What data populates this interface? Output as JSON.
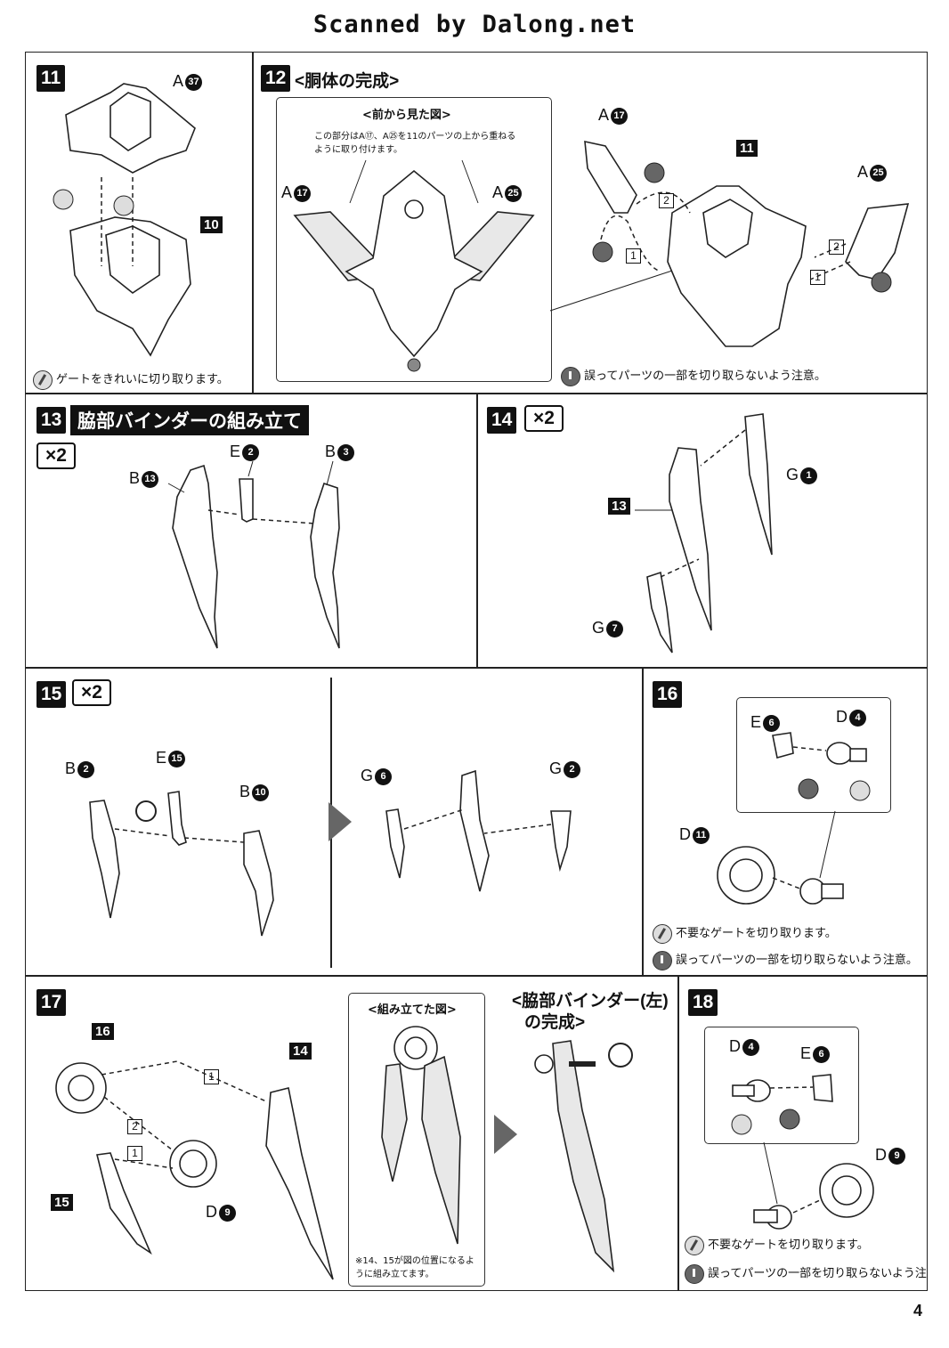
{
  "header": "Scanned by Dalong.net",
  "page_number": "4",
  "notes": {
    "cut_gate_clean": "ゲートをきれいに切り取ります。",
    "careful_not_cut": "誤ってパーツの一部を切り取らないよう注意。",
    "cut_unneeded_gate": "不要なゲートを切り取ります。"
  },
  "step11": {
    "num": "11",
    "labels": {
      "a37": "A",
      "a37_num": "37",
      "ten": "10"
    }
  },
  "step12": {
    "num": "12",
    "title": "<胴体の完成>",
    "front_view_title": "<前から見た図>",
    "instruction": "この部分はA⑰、A㉕を11のパーツの上から重ねるように取り付けます。",
    "labels": {
      "a": "A",
      "n17": "17",
      "n25": "25",
      "eleven": "11",
      "one": "1",
      "two": "2"
    }
  },
  "step13": {
    "num": "13",
    "title": "脇部バインダーの組み立て",
    "mult": "×2",
    "labels": {
      "b": "B",
      "n13": "13",
      "e": "E",
      "n2": "2",
      "n3": "3"
    }
  },
  "step14": {
    "num": "14",
    "mult": "×2",
    "labels": {
      "thirteen": "13",
      "g": "G",
      "n1": "1",
      "n7": "7"
    }
  },
  "step15": {
    "num": "15",
    "mult": "×2",
    "labels": {
      "b": "B",
      "n2": "2",
      "e": "E",
      "n15": "15",
      "n10": "10",
      "g": "G",
      "n6": "6"
    }
  },
  "step16": {
    "num": "16",
    "labels": {
      "e": "E",
      "n6": "6",
      "d": "D",
      "n4": "4",
      "n11": "11"
    }
  },
  "step17": {
    "num": "17",
    "labels": {
      "sixteen": "16",
      "fourteen": "14",
      "fifteen": "15",
      "d": "D",
      "n9": "9",
      "one": "1",
      "two": "2"
    },
    "assembled_title": "<組み立てた図>",
    "assembled_note": "※14、15が図の位置になるように組み立てます。",
    "complete_title_line1": "<脇部バインダー(左)",
    "complete_title_line2": "の完成>"
  },
  "step18": {
    "num": "18",
    "labels": {
      "d": "D",
      "n4": "4",
      "e": "E",
      "n6": "6",
      "n9": "9"
    }
  }
}
